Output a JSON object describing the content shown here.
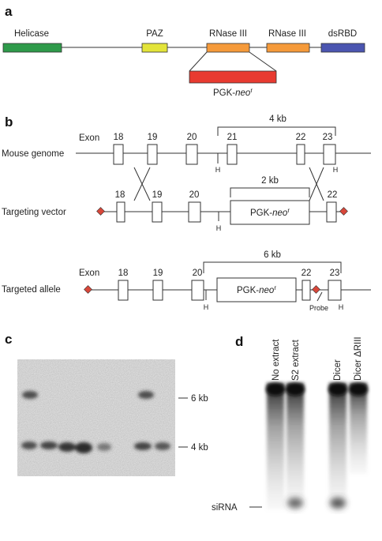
{
  "panels": {
    "a": {
      "letter": "a",
      "domains": [
        {
          "label": "Helicase",
          "color": "#2e9a4a"
        },
        {
          "label": "PAZ",
          "color": "#e3e43a"
        },
        {
          "label": "RNase III",
          "color": "#f59a3a"
        },
        {
          "label": "RNase III",
          "color": "#f59a3a"
        },
        {
          "label": "dsRBD",
          "color": "#4b55b0"
        }
      ],
      "insert_label": "PGK-",
      "insert_italic": "neo",
      "insert_sup": "r",
      "insert_color": "#e83a30"
    },
    "b": {
      "letter": "b",
      "exon_word": "Exon",
      "rows": {
        "genome": "Mouse genome",
        "vector": "Targeting vector",
        "allele": "Targeted allele"
      },
      "exons_genome": [
        "18",
        "19",
        "20",
        "21",
        "22",
        "23"
      ],
      "exons_vector": [
        "18",
        "19",
        "20",
        "22"
      ],
      "exons_allele": [
        "18",
        "19",
        "20",
        "22",
        "23"
      ],
      "sizes": {
        "genome": "4 kb",
        "vector": "2 kb",
        "allele": "6 kb"
      },
      "h_label": "H",
      "probe": "Probe",
      "cassette_text": "PGK-",
      "cassette_italic": "neo",
      "cassette_sup": "r",
      "loxp_color": "#d8473a"
    },
    "c": {
      "letter": "c",
      "band_labels": [
        "6 kb",
        "4 kb"
      ]
    },
    "d": {
      "letter": "d",
      "lanes": [
        "No extract",
        "S2 extract",
        "Dicer",
        "Dicer ΔRIII"
      ],
      "sirna": "siRNA"
    }
  }
}
